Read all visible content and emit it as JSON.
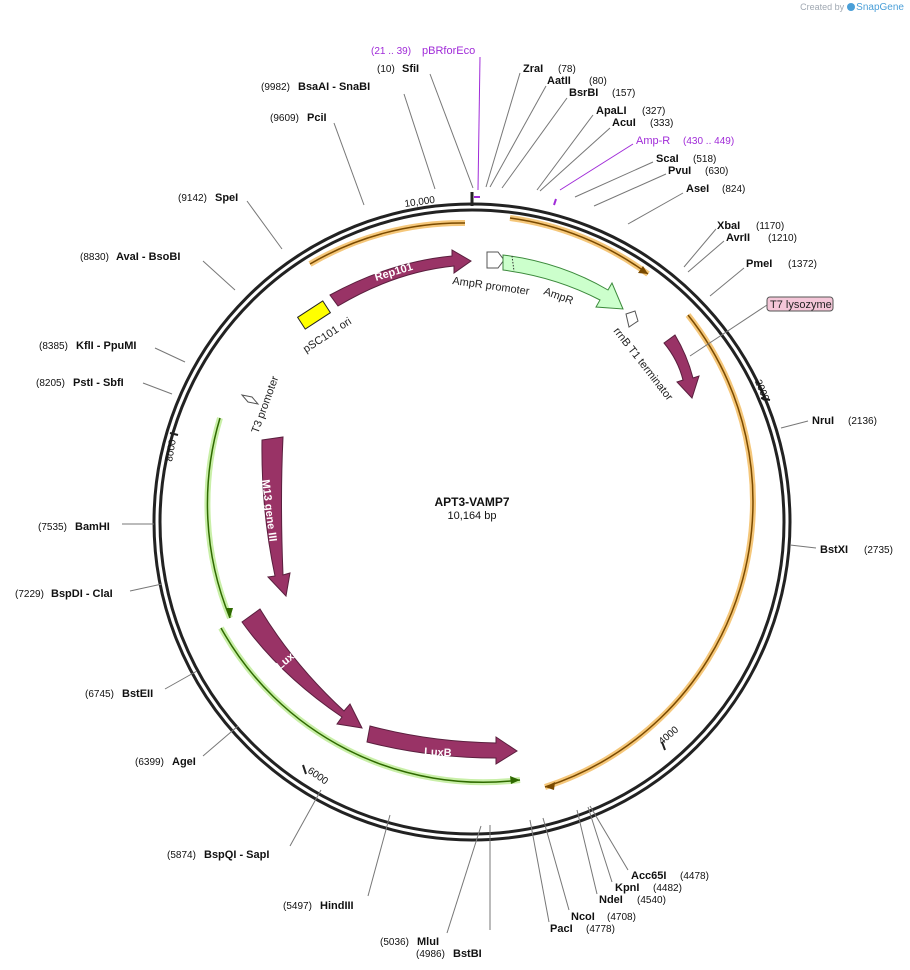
{
  "credit": {
    "prefix": "Created by",
    "brand": "SnapGene"
  },
  "plasmid": {
    "name": "APT3-VAMP7",
    "size_label": "10,164 bp",
    "length_bp": 10164
  },
  "ticks": [
    {
      "bp": 2000,
      "label": "2000"
    },
    {
      "bp": 4000,
      "label": "4000"
    },
    {
      "bp": 6000,
      "label": "6000"
    },
    {
      "bp": 8000,
      "label": "8000"
    },
    {
      "bp": 10000,
      "label": "10,000"
    }
  ],
  "sites": [
    {
      "name": "SfiI",
      "pos": "(10)"
    },
    {
      "name": "ZraI",
      "pos": "(78)"
    },
    {
      "name": "AatII",
      "pos": "(80)"
    },
    {
      "name": "BsrBI",
      "pos": "(157)"
    },
    {
      "name": "ApaLI",
      "pos": "(327)"
    },
    {
      "name": "AcuI",
      "pos": "(333)"
    },
    {
      "name": "ScaI",
      "pos": "(518)"
    },
    {
      "name": "PvuI",
      "pos": "(630)"
    },
    {
      "name": "AseI",
      "pos": "(824)"
    },
    {
      "name": "XbaI",
      "pos": "(1170)"
    },
    {
      "name": "AvrII",
      "pos": "(1210)"
    },
    {
      "name": "PmeI",
      "pos": "(1372)"
    },
    {
      "name": "NruI",
      "pos": "(2136)"
    },
    {
      "name": "BstXI",
      "pos": "(2735)"
    },
    {
      "name": "Acc65I",
      "pos": "(4478)"
    },
    {
      "name": "KpnI",
      "pos": "(4482)"
    },
    {
      "name": "NdeI",
      "pos": "(4540)"
    },
    {
      "name": "NcoI",
      "pos": "(4708)"
    },
    {
      "name": "PacI",
      "pos": "(4778)"
    },
    {
      "name": "BstBI",
      "pos": "(4986)"
    },
    {
      "name": "MluI",
      "pos": "(5036)"
    },
    {
      "name": "HindIII",
      "pos": "(5497)"
    },
    {
      "name": "BspQI - SapI",
      "pos": "(5874)"
    },
    {
      "name": "AgeI",
      "pos": "(6399)"
    },
    {
      "name": "BstEII",
      "pos": "(6745)"
    },
    {
      "name": "BspDI - ClaI",
      "pos": "(7229)"
    },
    {
      "name": "BamHI",
      "pos": "(7535)"
    },
    {
      "name": "PstI - SbfI",
      "pos": "(8205)"
    },
    {
      "name": "KflI - PpuMI",
      "pos": "(8385)"
    },
    {
      "name": "AvaI - BsoBI",
      "pos": "(8830)"
    },
    {
      "name": "SpeI",
      "pos": "(9142)"
    },
    {
      "name": "PciI",
      "pos": "(9609)"
    },
    {
      "name": "BsaAI - SnaBI",
      "pos": "(9982)"
    }
  ],
  "primers": [
    {
      "name": "pBRforEco",
      "pos": "(21 .. 39)"
    },
    {
      "name": "Amp-R",
      "pos": "(430 .. 449)"
    }
  ],
  "features": [
    {
      "name": "T7 lysozyme",
      "color": "#f5a623"
    },
    {
      "name": "pSC101 ori",
      "color": "#ffff00"
    },
    {
      "name": "Rep101",
      "color": "#993366"
    },
    {
      "name": "AmpR promoter",
      "color": "#ffffff"
    },
    {
      "name": "AmpR",
      "color": "#ccffcc"
    },
    {
      "name": "rrnB T1 terminator",
      "color": "#993366"
    },
    {
      "name": "T3 promoter",
      "color": "#ffffff"
    },
    {
      "name": "M13 gene III",
      "color": "#993366"
    },
    {
      "name": "LuxA",
      "color": "#993366"
    },
    {
      "name": "LuxB",
      "color": "#993366"
    }
  ],
  "colors": {
    "backbone": "#222222",
    "orange_arc": "#f5a623",
    "green_arc": "#8ed15a",
    "primer": "#a02bd8",
    "feature_dark": "#993366",
    "amp_fill": "#ccffcc",
    "ori_fill": "#ffff00",
    "t7_box": "#f4c6d8"
  }
}
